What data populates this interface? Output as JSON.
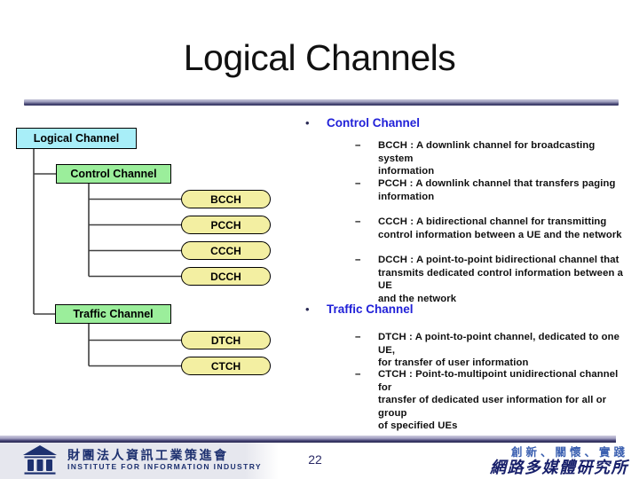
{
  "slide": {
    "title": "Logical Channels",
    "page_number": "22"
  },
  "markers": {
    "bullet": "•",
    "dash": "–"
  },
  "tree": {
    "root": {
      "label": "Logical Channel"
    },
    "branches": [
      {
        "label": "Control Channel",
        "children": [
          "BCCH",
          "PCCH",
          "CCCH",
          "DCCH"
        ]
      },
      {
        "label": "Traffic Channel",
        "children": [
          "DTCH",
          "CTCH"
        ]
      }
    ]
  },
  "sections": [
    {
      "heading": "Control Channel",
      "items": [
        {
          "text": "BCCH : A downlink channel for broadcasting system\ninformation"
        },
        {
          "text": "PCCH : A downlink channel that transfers paging\ninformation"
        },
        {
          "text": "CCCH : A bidirectional channel for transmitting\ncontrol information between a UE and the network"
        },
        {
          "text": "DCCH : A point-to-point bidirectional channel that\ntransmits dedicated control information between a UE\nand the network"
        }
      ]
    },
    {
      "heading": "Traffic Channel",
      "items": [
        {
          "text": "DTCH : A point-to-point channel, dedicated to one UE,\nfor transfer of user information"
        },
        {
          "text": "CTCH : Point-to-multipoint unidirectional channel for\ntransfer of dedicated user information for all or group\nof specified UEs"
        }
      ]
    }
  ],
  "footer": {
    "org_zh": "財團法人資訊工業策進會",
    "org_en": "INSTITUTE FOR INFORMATION INDUSTRY",
    "slogan": "創新、關懷、實踐",
    "lab": "網路多媒體研究所"
  },
  "colors": {
    "root_box_fill": "#a8eef8",
    "branch_box_fill": "#9bee9b",
    "leaf_box_fill": "#f3efa2",
    "heading_blue": "#2121d8",
    "footer_navy": "#1e3170",
    "connector_line": "#404040"
  }
}
